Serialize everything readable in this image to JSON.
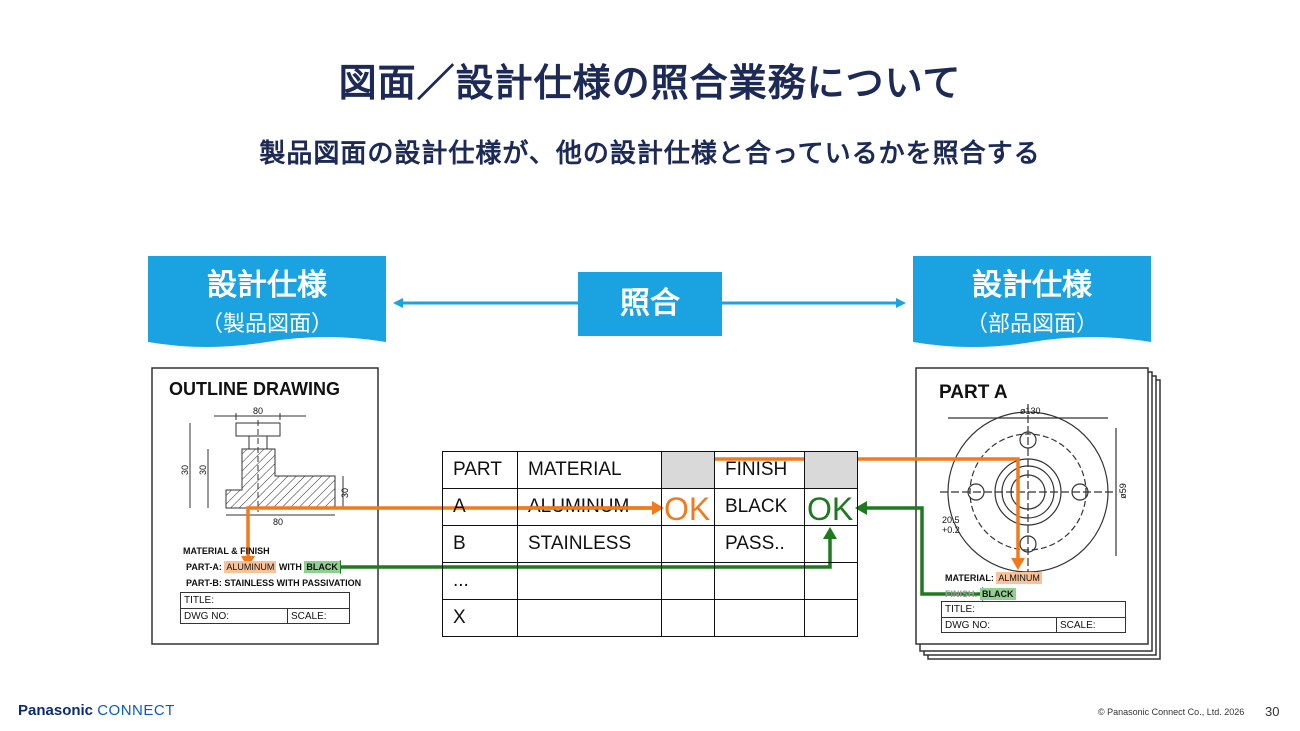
{
  "title": "図面／設計仕様の照合業務について",
  "subtitle": "製品図面の設計仕様が、他の設計仕様と合っているかを照合する",
  "colors": {
    "accent_blue": "#1aa3e0",
    "orange": "#f07a1e",
    "green": "#1f7a1f",
    "navy": "#1c2a55"
  },
  "left_banner": {
    "line1": "設計仕様",
    "line2": "（製品図面）"
  },
  "right_banner": {
    "line1": "設計仕様",
    "line2": "（部品図面）"
  },
  "compare_label": "照合",
  "outline_drawing": {
    "title": "OUTLINE DRAWING",
    "dims": {
      "top": "80",
      "bottom": "80",
      "left1": "30",
      "left2": "30",
      "right": "30"
    },
    "material_heading": "MATERIAL & FINISH",
    "part_a_prefix": "PART-A:",
    "part_a_material": "ALUMINUM",
    "part_a_with": "WITH",
    "part_a_finish": "BLACK",
    "part_b": "PART-B: STAINLESS WITH PASSIVATION",
    "title_label": "TITLE:",
    "dwg_label": "DWG NO:",
    "scale_label": "SCALE:"
  },
  "spec_table": {
    "headers": [
      "PART",
      "MATERIAL",
      "",
      "FINISH",
      ""
    ],
    "rows": [
      [
        "A",
        "ALUMINUM",
        "",
        "BLACK",
        ""
      ],
      [
        "B",
        "STAINLESS",
        "",
        "PASS..",
        ""
      ],
      [
        "...",
        "",
        "",
        "",
        ""
      ],
      [
        "X",
        "",
        "",
        "",
        ""
      ]
    ],
    "ok_material": "OK",
    "ok_finish": "OK"
  },
  "part_a": {
    "title": "PART A",
    "dim_top": "ø130",
    "dim_right": "ø59",
    "dim_left": "20.5",
    "dim_left2": "+0.2",
    "material_label": "MATERIAL:",
    "material_value": "ALMINUM",
    "finish_label": "FINISH:",
    "finish_value": "BLACK",
    "title_label": "TITLE:",
    "dwg_label": "DWG NO:",
    "scale_label": "SCALE:"
  },
  "footer": {
    "brand_main": "Panasonic",
    "brand_sub": "CONNECT",
    "copyright": "© Panasonic Connect Co., Ltd. 2026",
    "page": "30"
  }
}
